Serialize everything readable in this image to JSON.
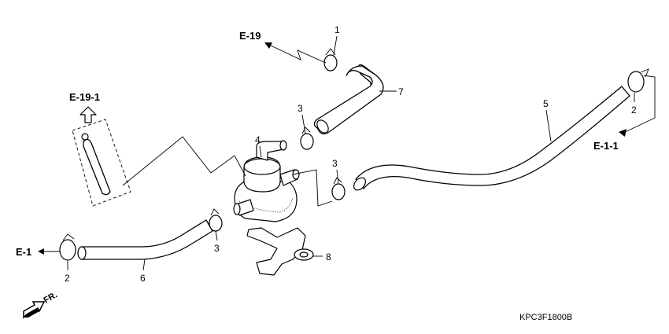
{
  "callouts": [
    "1",
    "2",
    "3",
    "4",
    "5",
    "6",
    "7",
    "8"
  ],
  "references": {
    "e19": "E-19",
    "e19_1": "E-19-1",
    "e1": "E-1",
    "e1_1": "E-1-1"
  },
  "front_label": "FR.",
  "diagram_code": "KPC3F1800B"
}
